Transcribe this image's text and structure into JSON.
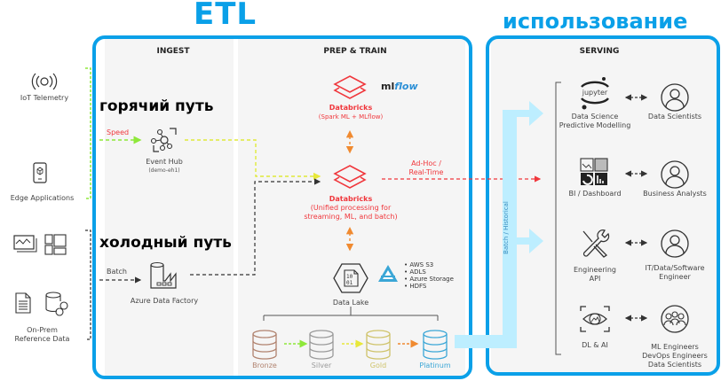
{
  "titles": {
    "etl": "ETL",
    "usage": "использование",
    "hot_path": "горячий путь",
    "cold_path": "холодный путь"
  },
  "sections": {
    "ingest": "INGEST",
    "prep_train": "PREP & TRAIN",
    "serving": "SERVING"
  },
  "sources": [
    {
      "label": "IoT Telemetry",
      "icon": "wireless-signal-icon"
    },
    {
      "label": "Edge Applications",
      "icon": "mobile-device-icon"
    },
    {
      "label": "On-Prem\nReference Data",
      "label_line1": "On-Prem",
      "label_line2": "Reference Data",
      "icon": "document-database-icon"
    }
  ],
  "ingest": {
    "speed_label": "Speed",
    "batch_label": "Batch",
    "event_hub": {
      "label": "Event Hub",
      "sub": "(demo-eh1)"
    },
    "data_factory": {
      "label": "Azure Data Factory"
    }
  },
  "prep": {
    "databricks_ml": {
      "title": "Databricks",
      "sub": "(Spark ML + MLflow)"
    },
    "mlflow_logo": {
      "ml": "ml",
      "flow": "flow"
    },
    "databricks_unified": {
      "title": "Databricks",
      "sub1": "(Unified processing for",
      "sub2": "streaming, ML, and batch)"
    },
    "adhoc_label1": "Ad-Hoc /",
    "adhoc_label2": "Real-Time",
    "data_lake": {
      "label": "Data Lake",
      "storage": [
        "• AWS S3",
        "• ADLS",
        "• Azure Storage",
        "• HDFS"
      ]
    },
    "tiers": [
      {
        "label": "Bronze",
        "color": "#b0826e"
      },
      {
        "label": "Silver",
        "color": "#9a9a9a"
      },
      {
        "label": "Gold",
        "color": "#cfc36a"
      },
      {
        "label": "Platinum",
        "color": "#3aa6d6"
      }
    ]
  },
  "batch_historical": "Batch / Historical",
  "serving": [
    {
      "tool": "Data Science",
      "tool2": "Predictive Modelling",
      "user": "Data Scientists",
      "user2": ""
    },
    {
      "tool": "BI / Dashboard",
      "tool2": "",
      "user": "Business Analysts",
      "user2": ""
    },
    {
      "tool": "Engineering",
      "tool2": "API",
      "user": "IT/Data/Software",
      "user2": "Engineer"
    },
    {
      "tool": "DL & AI",
      "tool2": "",
      "user": "ML Engineers",
      "user2": "DevOps Engineers",
      "user3": "Data Scientists"
    }
  ],
  "jupyter_text": "jupyter",
  "colors": {
    "accent_blue": "#0aa0e8",
    "databricks_red": "#f0373c",
    "speed_green": "#8ee83a",
    "batch_arrow": "#bdeeff"
  }
}
